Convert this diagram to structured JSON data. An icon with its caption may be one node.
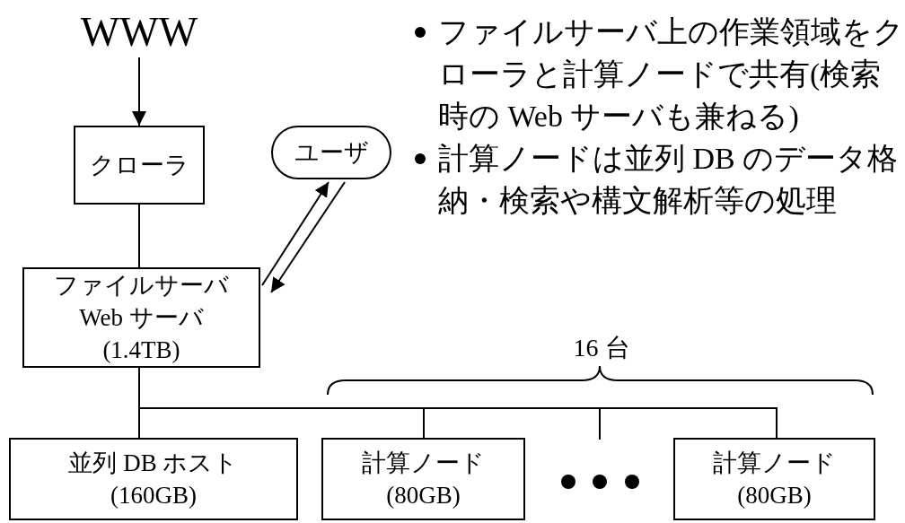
{
  "diagram": {
    "nodes": [
      {
        "text": [
          "WWW"
        ]
      },
      {
        "text": [
          "クローラ"
        ]
      },
      {
        "text": [
          "ユーザ"
        ]
      },
      {
        "text": [
          "ファイルサーバ",
          "Web サーバ",
          "(1.4TB)"
        ]
      },
      {
        "text": [
          "並列 DB ホスト",
          "(160GB)"
        ]
      },
      {
        "text": [
          "計算ノード",
          "(80GB)"
        ]
      },
      {
        "text": [
          "計算ノード",
          "(80GB)"
        ]
      }
    ],
    "edges": [
      {
        "from": 0,
        "to": 1,
        "arrow": "to"
      },
      {
        "from": 1,
        "to": 3,
        "arrow": "none"
      },
      {
        "from": 3,
        "to": 2,
        "arrow": "to"
      },
      {
        "from": 2,
        "to": 3,
        "arrow": "to"
      },
      {
        "from": 3,
        "to": 4,
        "arrow": "none"
      },
      {
        "from": 3,
        "to": 5,
        "arrow": "none"
      },
      {
        "from": 3,
        "to": 6,
        "arrow": "none"
      }
    ],
    "labels": [
      "ファイルサーバ上の作業領域をクローラと計算ノードで共有(検索時の Web サーバも兼ねる)",
      "計算ノードは並列 DB のデータ格納・検索や構文解析等の処理",
      "16 台"
    ]
  }
}
